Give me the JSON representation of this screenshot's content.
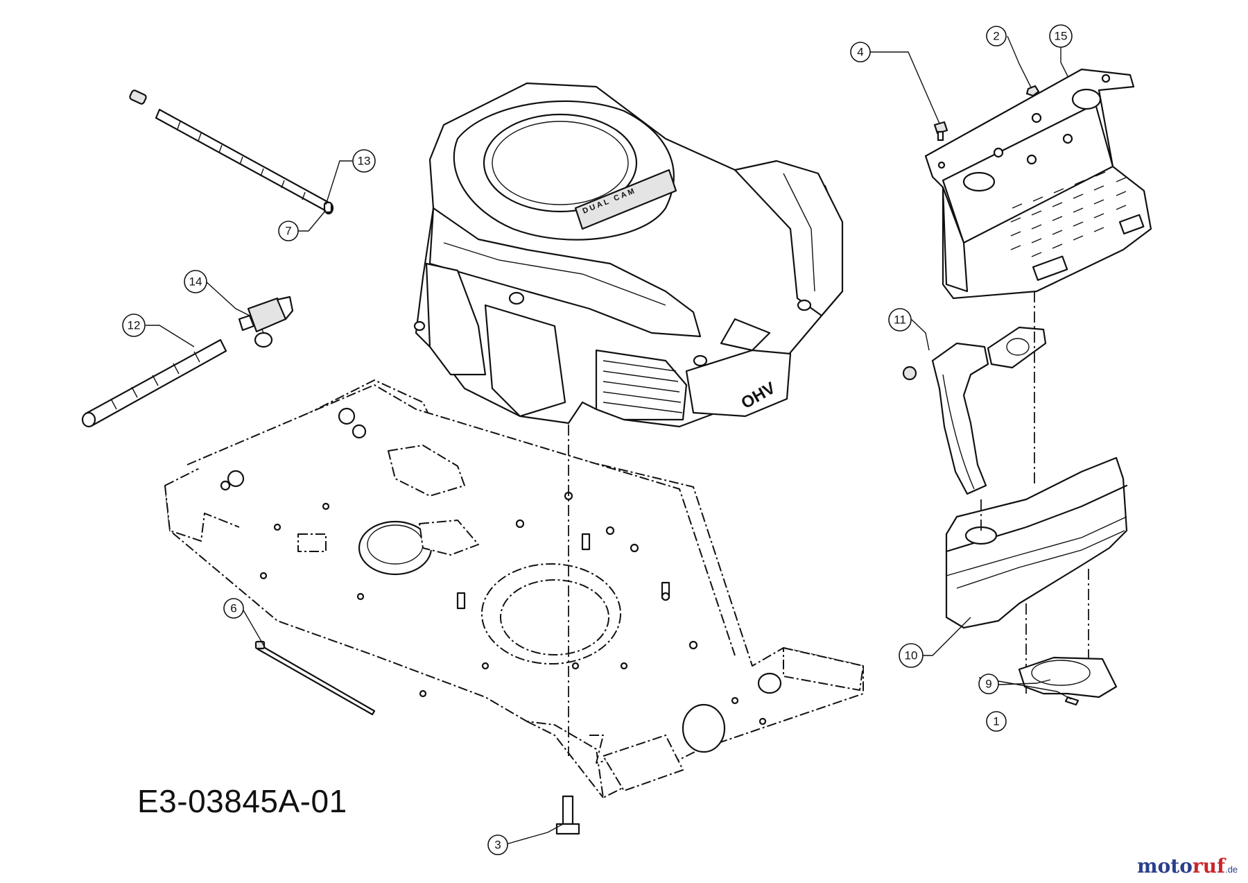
{
  "drawing": {
    "number": "E3-03845A-01",
    "engine_labels": {
      "top": "DUAL CAM",
      "side": "OHV"
    },
    "callouts": [
      "1",
      "2",
      "3",
      "4",
      "6",
      "7",
      "9",
      "10",
      "11",
      "12",
      "13",
      "14",
      "15"
    ]
  },
  "watermark": {
    "part1": "moto",
    "part2": "ruf",
    "part3": ".de"
  },
  "colors": {
    "line": "#111111",
    "brand_blue": "#2b3f8c",
    "brand_red": "#c9262c"
  }
}
